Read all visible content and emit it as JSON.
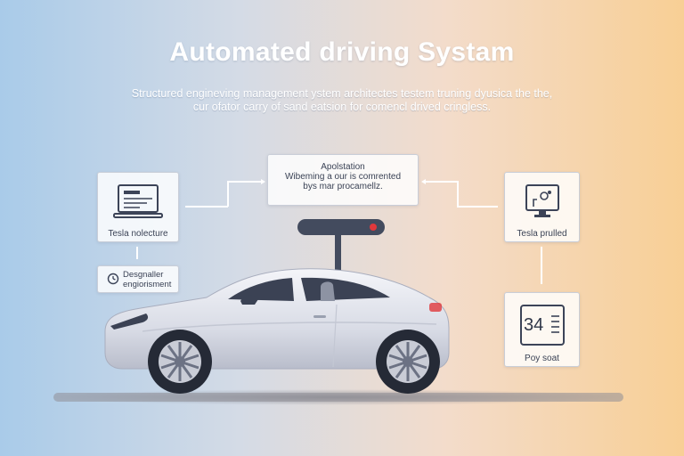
{
  "title": "Automated driving Systam",
  "subtitle": {
    "line1": "Structured engineving management ystem architectes testem truning dyusica the the,",
    "line2": "cur ofator carry of sand eatsion for comencl drived cringless."
  },
  "cards": {
    "top": {
      "line1": "Apolstation",
      "line2": "Wibeming a our is comrented",
      "line3": "bys mar procamellz."
    },
    "left": {
      "label": "Tesla nolecture",
      "icon": "laptop-icon"
    },
    "left_small": {
      "line1": "Desgnaller",
      "line2": "engiorisment",
      "icon": "clock-icon"
    },
    "right": {
      "label": "Tesla prulled",
      "icon": "monitor-icon"
    },
    "right_bottom": {
      "value": "34",
      "label": "Poy soat",
      "icon": "display-icon"
    }
  },
  "colors": {
    "accent_red": "#e0383c",
    "sensor_bar": "#434b5e",
    "car_body": "#e9ebf1",
    "icon_stroke": "#3c4458"
  }
}
